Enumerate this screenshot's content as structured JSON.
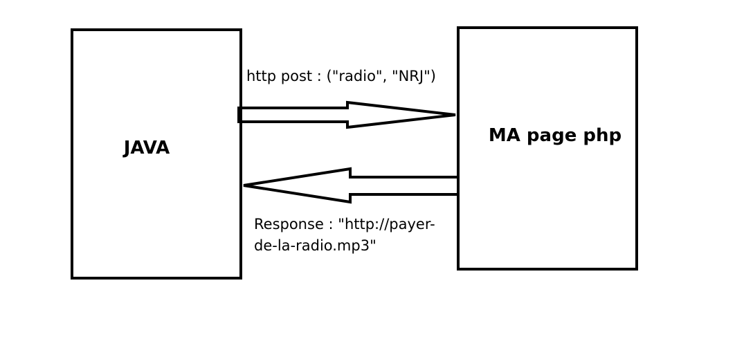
{
  "nodes": {
    "java": {
      "label": "JAVA"
    },
    "php": {
      "label": "MA page php"
    }
  },
  "edges": {
    "request": {
      "label": "http post : (\"radio\", \"NRJ\")"
    },
    "response": {
      "label_line1": "Response : \"http://payer-",
      "label_line2": "de-la-radio.mp3\""
    }
  },
  "colors": {
    "stroke": "#000000",
    "background": "#ffffff"
  }
}
